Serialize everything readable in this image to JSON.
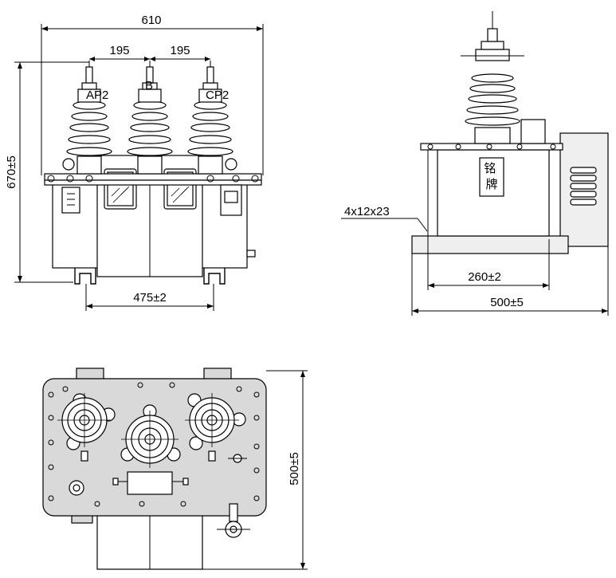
{
  "front_view": {
    "dim_total_width": "610",
    "dim_left_spacing": "195",
    "dim_right_spacing": "195",
    "dim_height": "670±5",
    "dim_base_span": "475±2",
    "terminal_left": "AP2",
    "terminal_center": "B",
    "terminal_right": "CP2"
  },
  "side_view": {
    "dim_hole": "4x12x23",
    "dim_mount_span": "260±2",
    "dim_base_width": "500±5",
    "nameplate": "铭牌"
  },
  "top_view": {
    "dim_depth": "500±5"
  }
}
